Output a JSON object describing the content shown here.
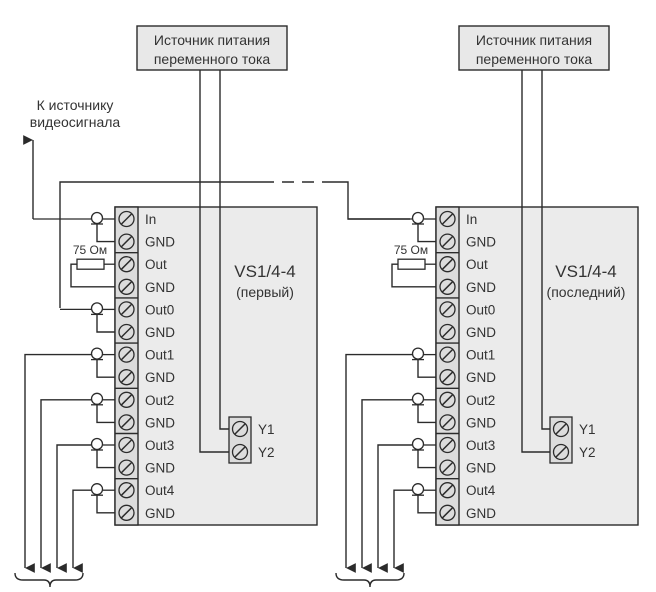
{
  "colors": {
    "line": "#2b2b2b",
    "box_fill": "#ebebeb",
    "psu_fill": "#e8e8e8",
    "text": "#333333",
    "terminal_fill": "#dcdcdc"
  },
  "video_source_label": [
    "К источнику",
    "видеосигнала"
  ],
  "resistor_label": "75 Ом",
  "power_supply_label": [
    "Источник питания",
    "переменного тока"
  ],
  "terminals": [
    "In",
    "GND",
    "Out",
    "GND",
    "Out0",
    "GND",
    "Out1",
    "GND",
    "Out2",
    "GND",
    "Out3",
    "GND",
    "Out4",
    "GND"
  ],
  "power_terminals": [
    "Y1",
    "Y2"
  ],
  "devices": [
    {
      "model": "VS1/4-4",
      "role": "(первый)",
      "out0_connected": true
    },
    {
      "model": "VS1/4-4",
      "role": "(последний)",
      "out0_connected": false
    }
  ]
}
